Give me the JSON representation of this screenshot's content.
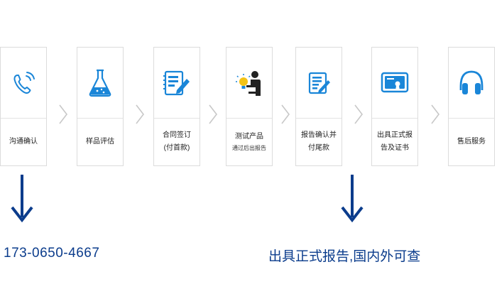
{
  "steps": [
    {
      "icon": "phone-icon",
      "label": "沟通确认"
    },
    {
      "icon": "flask-icon",
      "label": "样品评估"
    },
    {
      "icon": "contract-icon",
      "label": "合同签订",
      "sub_label": "(付首款)"
    },
    {
      "icon": "tester-icon",
      "label": "测试产品",
      "sub_label": "通过后出报告"
    },
    {
      "icon": "report-icon",
      "label": "报告确认并",
      "sub_label": "付尾款"
    },
    {
      "icon": "certificate-icon",
      "label": "出具正式报",
      "sub_label": "告及证书"
    },
    {
      "icon": "headphones-icon",
      "label": "售后服务"
    }
  ],
  "contact": {
    "phone": "173-0650-4667"
  },
  "note": {
    "text": "出具正式报告,国内外可查"
  },
  "colors": {
    "icon_blue": "#1a86d8",
    "arrow_navy": "#0b3c8c",
    "border_gray": "#dcdcdc"
  }
}
